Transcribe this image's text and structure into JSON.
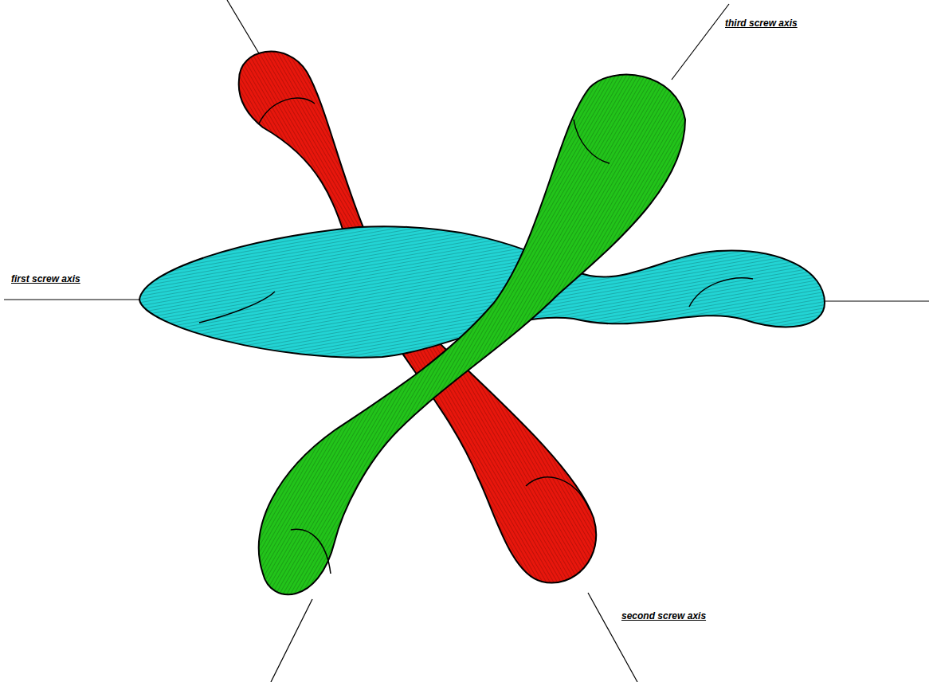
{
  "diagram": {
    "labels": [
      "first screw axis",
      "second screw axis",
      "third screw axis"
    ]
  }
}
